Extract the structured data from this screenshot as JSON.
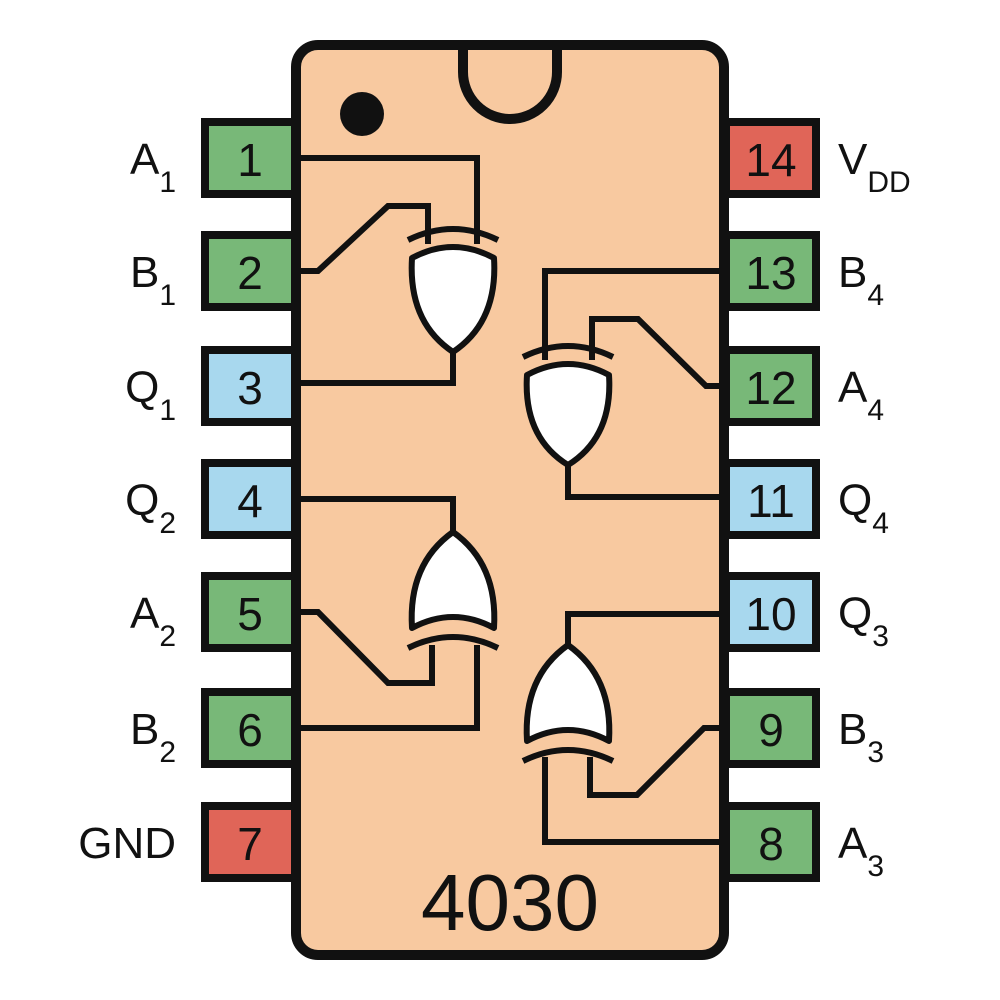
{
  "chip": {
    "part_number": "4030",
    "body_color": "#f8c9a0",
    "outline_color": "#111111"
  },
  "pin_colors": {
    "input": "#78b878",
    "output": "#a8d8ee",
    "power": "#e06558"
  },
  "pins_left": [
    {
      "number": "1",
      "name": "A",
      "sub": "1",
      "kind": "input"
    },
    {
      "number": "2",
      "name": "B",
      "sub": "1",
      "kind": "input"
    },
    {
      "number": "3",
      "name": "Q",
      "sub": "1",
      "kind": "output"
    },
    {
      "number": "4",
      "name": "Q",
      "sub": "2",
      "kind": "output"
    },
    {
      "number": "5",
      "name": "A",
      "sub": "2",
      "kind": "input"
    },
    {
      "number": "6",
      "name": "B",
      "sub": "2",
      "kind": "input"
    },
    {
      "number": "7",
      "name": "GND",
      "sub": "",
      "kind": "power"
    }
  ],
  "pins_right": [
    {
      "number": "14",
      "name": "V",
      "sub": "DD",
      "kind": "power"
    },
    {
      "number": "13",
      "name": "B",
      "sub": "4",
      "kind": "input"
    },
    {
      "number": "12",
      "name": "A",
      "sub": "4",
      "kind": "input"
    },
    {
      "number": "11",
      "name": "Q",
      "sub": "4",
      "kind": "output"
    },
    {
      "number": "10",
      "name": "Q",
      "sub": "3",
      "kind": "output"
    },
    {
      "number": "9",
      "name": "B",
      "sub": "3",
      "kind": "input"
    },
    {
      "number": "8",
      "name": "A",
      "sub": "3",
      "kind": "input"
    }
  ]
}
